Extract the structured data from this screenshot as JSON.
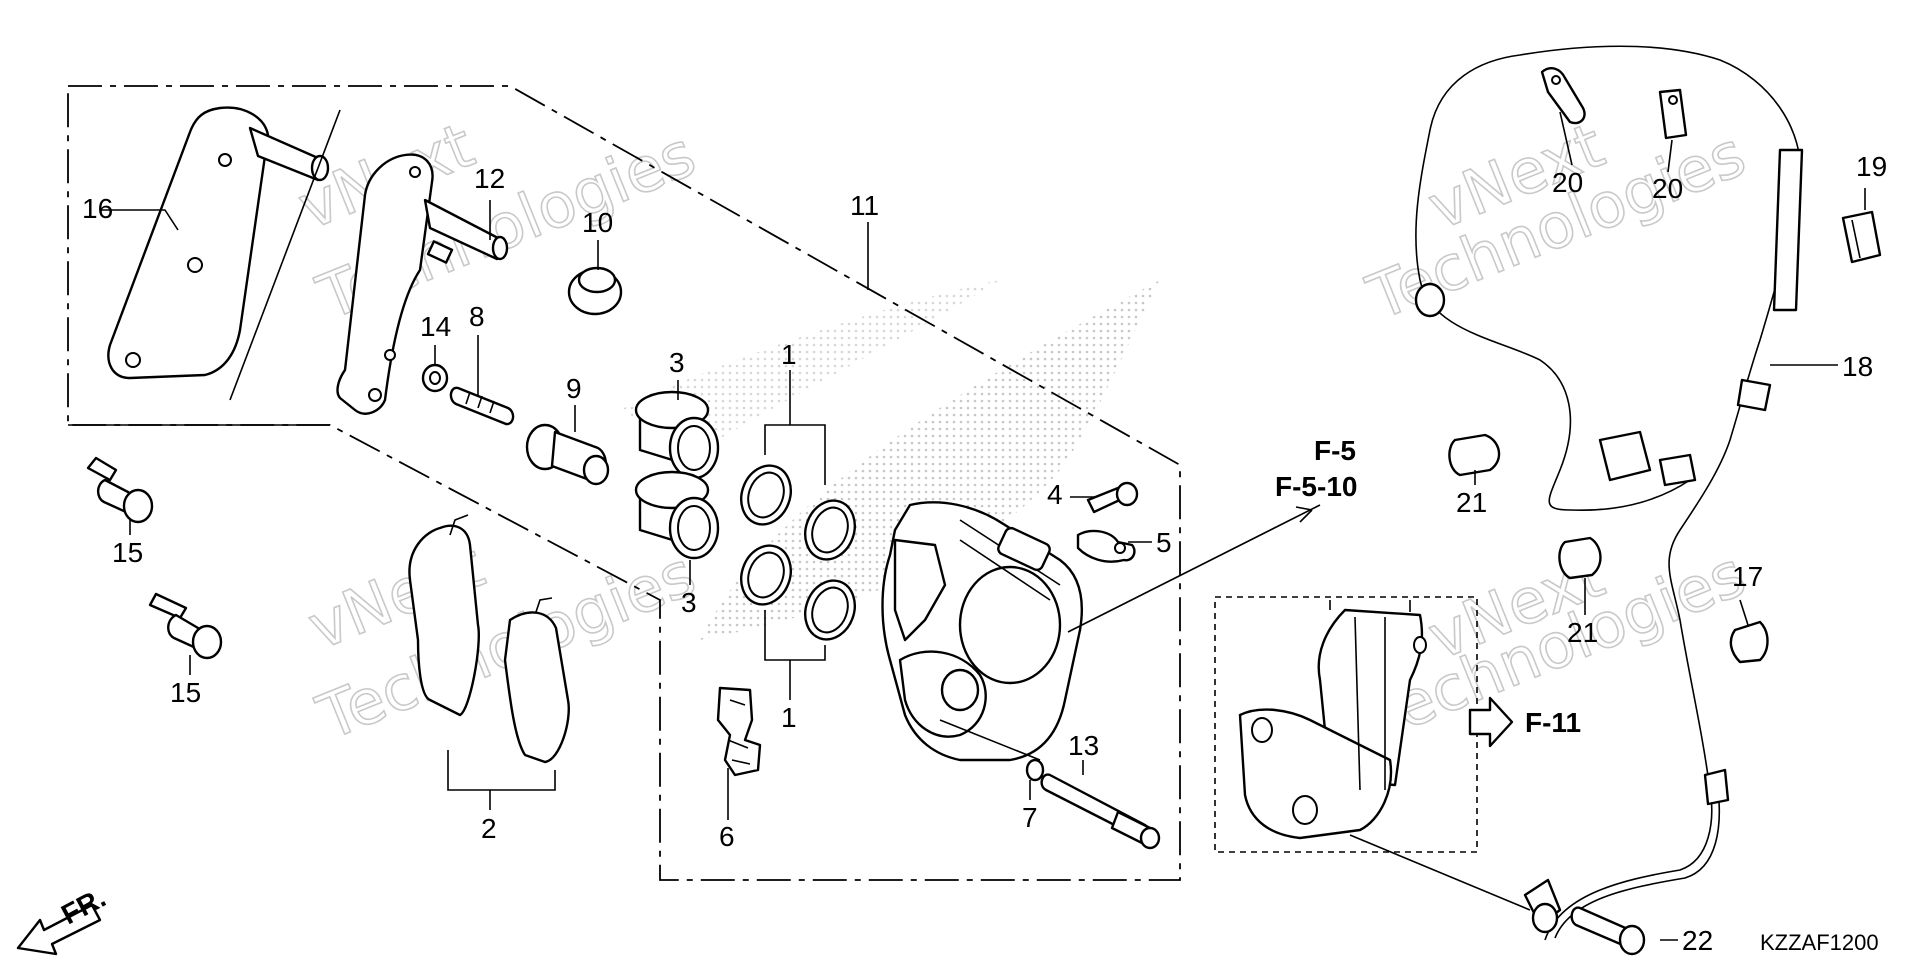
{
  "diagram": {
    "code": "KZZAF1200",
    "front_label": "FR.",
    "refs": {
      "ref_a": "F-5",
      "ref_b": "F-5-10",
      "ref_c": "F-11"
    },
    "callouts": {
      "c1a": "1",
      "c1b": "1",
      "c2": "2",
      "c3a": "3",
      "c3b": "3",
      "c4": "4",
      "c5": "5",
      "c6": "6",
      "c7": "7",
      "c8": "8",
      "c9": "9",
      "c10": "10",
      "c11": "11",
      "c12": "12",
      "c13": "13",
      "c14": "14",
      "c15a": "15",
      "c15b": "15",
      "c16": "16",
      "c17": "17",
      "c18": "18",
      "c19": "19",
      "c20a": "20",
      "c20b": "20",
      "c21a": "21",
      "c21b": "21",
      "c22": "22"
    },
    "watermark": {
      "line1": "vNext",
      "line2": "Technologies"
    },
    "colors": {
      "ink": "#000000",
      "watermark": "#c9c9c9",
      "dots": "#9a9a9a"
    }
  }
}
